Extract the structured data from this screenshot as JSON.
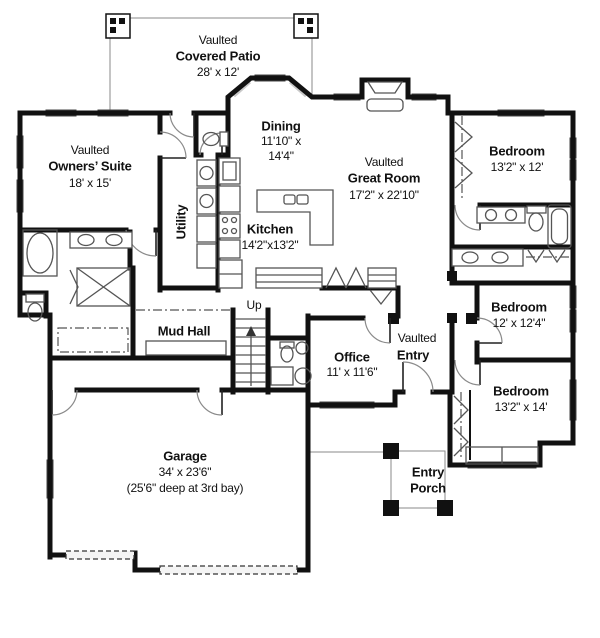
{
  "colors": {
    "wall": "#111111",
    "window_fill": "#d8d8d8",
    "thin_line": "#8a8a8a",
    "fixture_line": "#555555",
    "text": "#111111",
    "background": "#ffffff"
  },
  "rooms": {
    "covered_patio": {
      "prefix": "Vaulted",
      "name": "Covered Patio",
      "dims": "28' x 12'"
    },
    "owners_suite": {
      "prefix": "Vaulted",
      "name": "Owners’ Suite",
      "dims": "18' x 15'"
    },
    "utility": {
      "name": "Utility"
    },
    "dining": {
      "name": "Dining",
      "dims_line1": "11'10\" x",
      "dims_line2": "14'4\""
    },
    "kitchen": {
      "name": "Kitchen",
      "dims": "14'2\"x13'2\""
    },
    "great_room": {
      "prefix": "Vaulted",
      "name": "Great Room",
      "dims": "17'2\" x 22'10\""
    },
    "bedroom_top": {
      "name": "Bedroom",
      "dims": "13'2\" x 12'"
    },
    "bedroom_middle": {
      "name": "Bedroom",
      "dims": "12' x 12'4\""
    },
    "bedroom_bottom": {
      "name": "Bedroom",
      "dims": "13'2\" x 14'"
    },
    "mud_hall": {
      "name": "Mud Hall"
    },
    "stairs": {
      "label": "Up"
    },
    "office": {
      "name": "Office",
      "dims": "11' x 11'6\""
    },
    "entry": {
      "prefix": "Vaulted",
      "name": "Entry"
    },
    "entry_porch": {
      "name_line1": "Entry",
      "name_line2": "Porch"
    },
    "garage": {
      "name": "Garage",
      "dims": "34' x 23'6\"",
      "note": "(25'6\" deep at 3rd bay)"
    }
  }
}
